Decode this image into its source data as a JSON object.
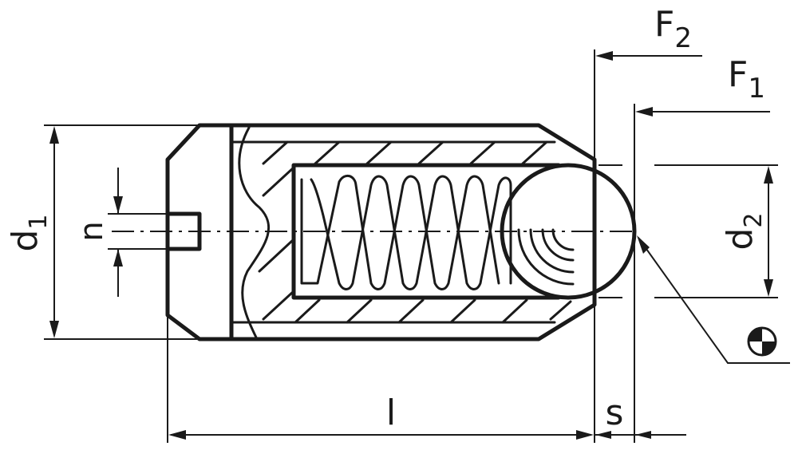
{
  "labels": {
    "F2_main": "F",
    "F2_sub": "2",
    "F1_main": "F",
    "F1_sub": "1",
    "d1_main": "d",
    "d1_sub": "1",
    "d2_main": "d",
    "d2_sub": "2",
    "n": "n",
    "l": "l",
    "s": "s"
  },
  "symbols": {
    "projection": "first-angle-projection-symbol"
  },
  "colors": {
    "line": "#1a1a1a",
    "background": "#ffffff"
  }
}
